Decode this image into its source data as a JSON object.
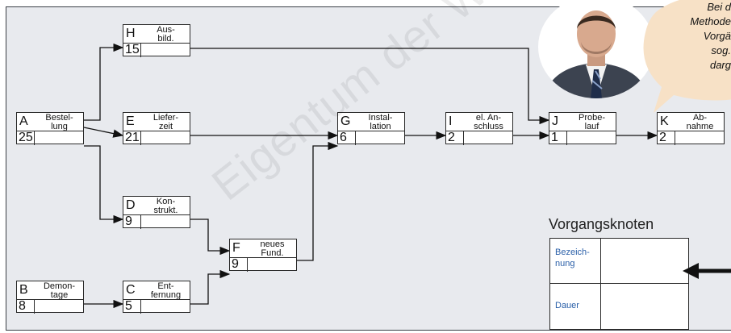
{
  "nodes": [
    {
      "id": "A",
      "code": "A",
      "name": "Bestel-\nlung",
      "duration": "25"
    },
    {
      "id": "H",
      "code": "H",
      "name": "Aus-\nbild.",
      "duration": "15"
    },
    {
      "id": "E",
      "code": "E",
      "name": "Liefer-\nzeit",
      "duration": "21"
    },
    {
      "id": "D",
      "code": "D",
      "name": "Kon-\nstrukt.",
      "duration": "9"
    },
    {
      "id": "B",
      "code": "B",
      "name": "Demon-\ntage",
      "duration": "8"
    },
    {
      "id": "C",
      "code": "C",
      "name": "Ent-\nfernung",
      "duration": "5"
    },
    {
      "id": "F",
      "code": "F",
      "name": "neues\nFund.",
      "duration": "9"
    },
    {
      "id": "G",
      "code": "G",
      "name": "Instal-\nlation",
      "duration": "6"
    },
    {
      "id": "I",
      "code": "I",
      "name": "el. An-\nschluss",
      "duration": "2"
    },
    {
      "id": "J",
      "code": "J",
      "name": "Probe-\nlauf",
      "duration": "1"
    },
    {
      "id": "K",
      "code": "K",
      "name": "Ab-\nnahme",
      "duration": "2"
    }
  ],
  "edges": [
    [
      "A",
      "H"
    ],
    [
      "A",
      "E"
    ],
    [
      "A",
      "D"
    ],
    [
      "E",
      "G"
    ],
    [
      "H",
      "J"
    ],
    [
      "D",
      "F"
    ],
    [
      "B",
      "C"
    ],
    [
      "C",
      "F"
    ],
    [
      "F",
      "G"
    ],
    [
      "G",
      "I"
    ],
    [
      "I",
      "J"
    ],
    [
      "J",
      "K"
    ]
  ],
  "legend": {
    "title": "Vorgangsknoten",
    "label_name": "Bezeich-\nnung",
    "label_duration": "Dauer"
  },
  "speech_bubble": {
    "lines": [
      "Bei d",
      "Methode",
      "Vorgä",
      "sog.",
      "darg"
    ]
  },
  "watermark": "Eigentum der Wester"
}
